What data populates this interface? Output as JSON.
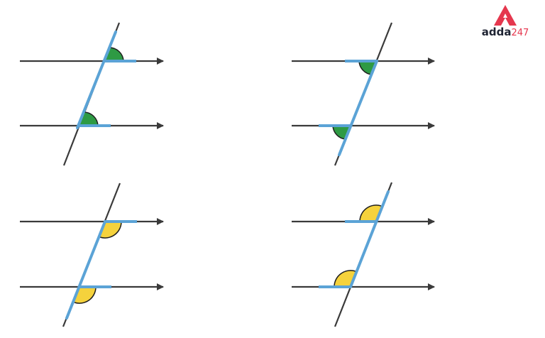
{
  "brand": {
    "name_main": "adda",
    "name_suffix": "247",
    "color_primary": "#e5374e",
    "color_text": "#1f2433"
  },
  "colors": {
    "line": "#3a3a3a",
    "highlight": "#5ba3d6",
    "angle_green": "#2e9a44",
    "angle_yellow": "#f5d23c",
    "arc_outline": "#1e1e1e"
  },
  "panels": [
    {
      "id": "top-left",
      "angle_type": "corresponding-angles",
      "fill": "green",
      "position": "above-right of intersection"
    },
    {
      "id": "top-right",
      "angle_type": "corresponding-angles",
      "fill": "green",
      "position": "below-left of intersection"
    },
    {
      "id": "bottom-left",
      "angle_type": "corresponding-angles",
      "fill": "yellow",
      "position": "below-right of intersection"
    },
    {
      "id": "bottom-right",
      "angle_type": "corresponding-angles",
      "fill": "yellow",
      "position": "above-left of intersection"
    }
  ]
}
